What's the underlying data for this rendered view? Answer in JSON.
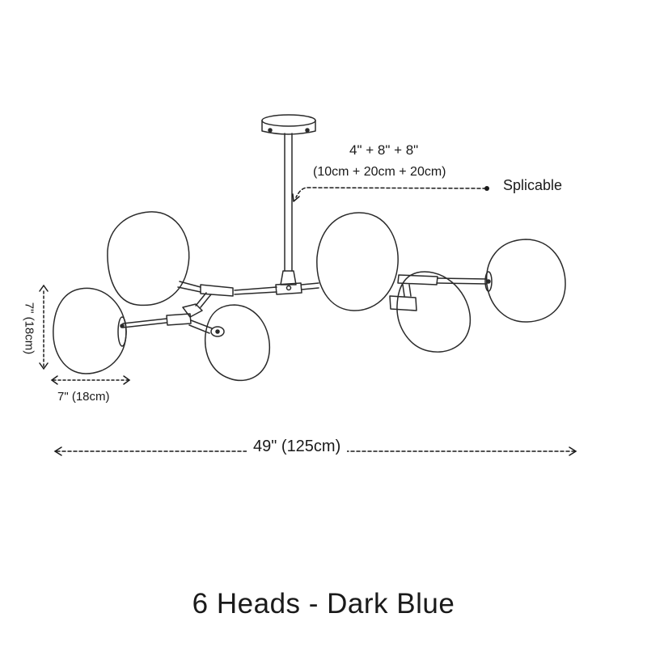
{
  "product": {
    "title": "6 Heads - Dark Blue"
  },
  "dimensions": {
    "rod_length": "4\" + 8\" + 8\"",
    "rod_length_cm": "(10cm + 20cm + 20cm)",
    "rod_note": "Splicable",
    "shade_height": "7\" (18cm)",
    "shade_width": "7\" (18cm)",
    "total_width": "49\" (125cm)"
  },
  "colors": {
    "line": "#2a2a2a",
    "text": "#1a1a1a",
    "background": "#ffffff"
  }
}
